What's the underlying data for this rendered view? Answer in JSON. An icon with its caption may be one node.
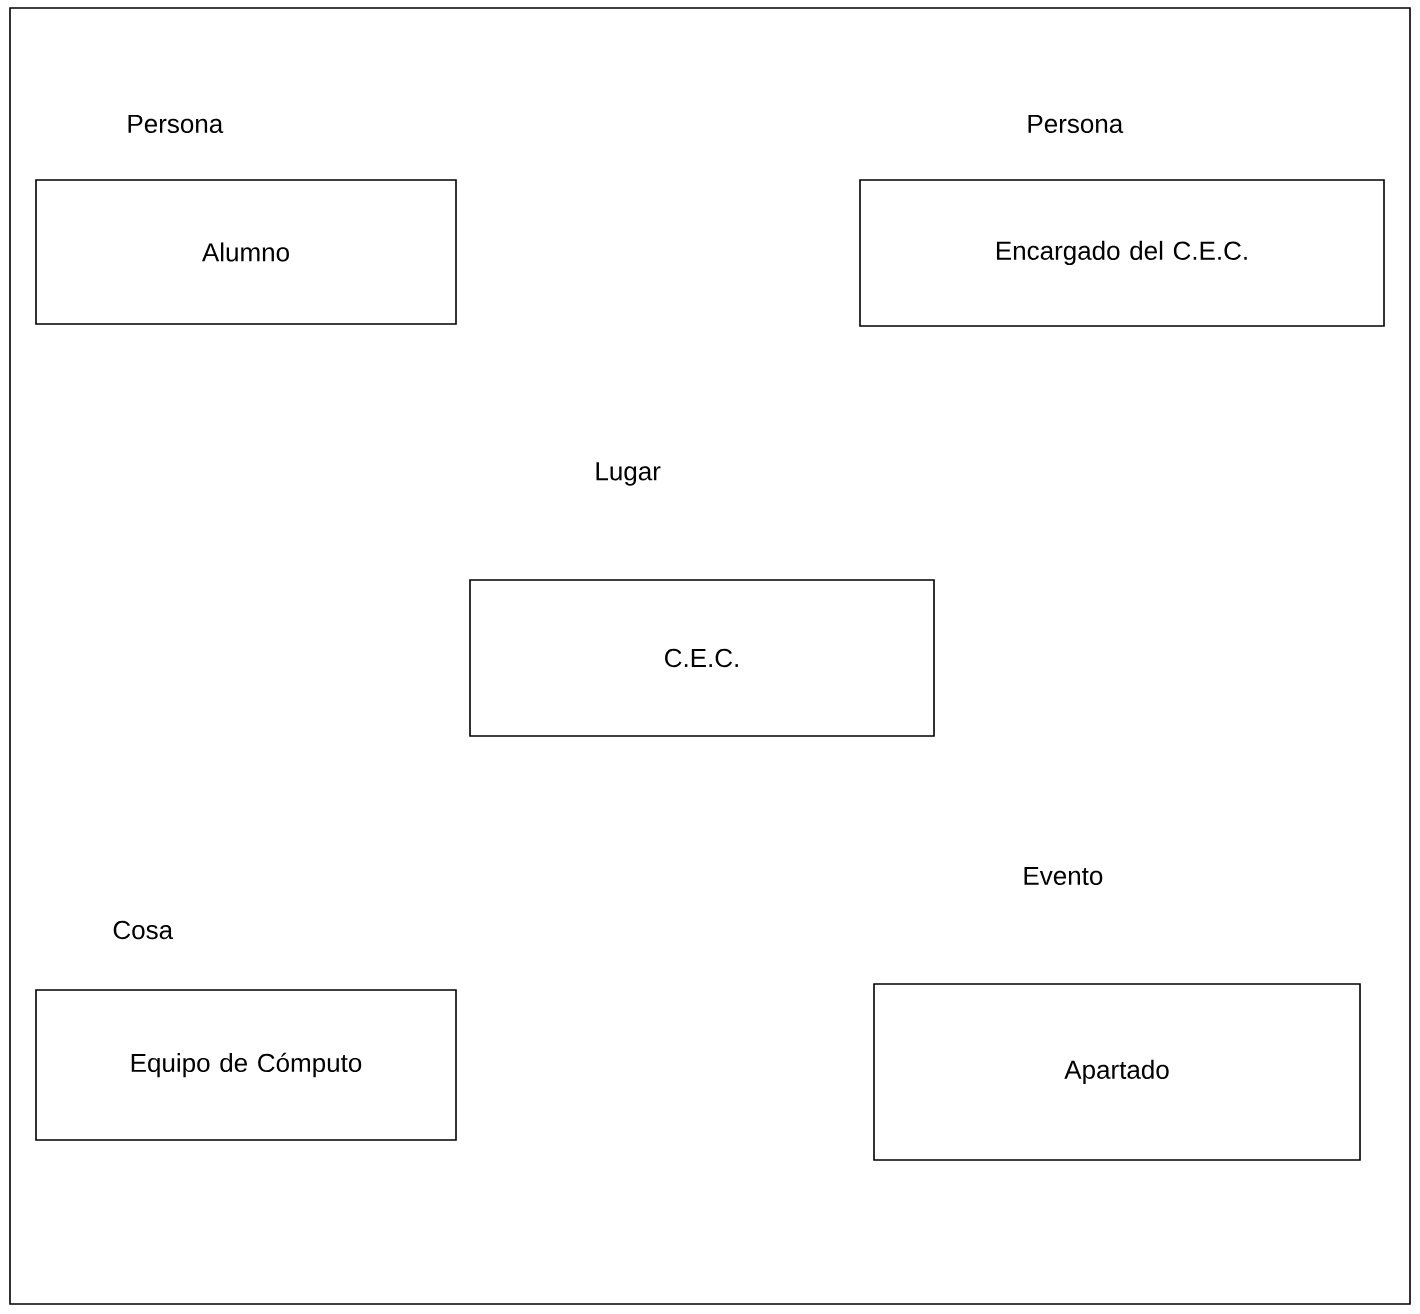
{
  "diagram": {
    "nodes": [
      {
        "text": [
          "Persona",
          "Alumno"
        ]
      },
      {
        "text": [
          "Persona",
          "Encargado del C.E.C."
        ]
      },
      {
        "text": [
          "Lugar",
          "C.E.C."
        ]
      },
      {
        "text": [
          "Cosa",
          "Equipo de Cómputo"
        ]
      },
      {
        "text": [
          "Evento",
          "Apartado"
        ]
      }
    ]
  }
}
